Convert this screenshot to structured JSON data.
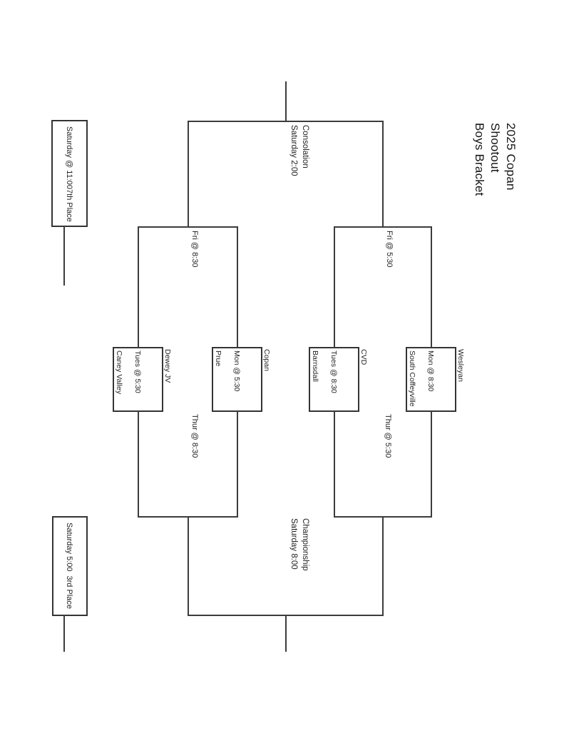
{
  "colors": {
    "paper": "#ffffff",
    "ink_text": "#1f1f1f",
    "ink_line": "#3c3c3c"
  },
  "title": {
    "lines": [
      "2025 Copan",
      "Shootout",
      "Boys Bracket"
    ]
  },
  "first_round": [
    {
      "team_top": "Wesleyan",
      "time": "Mon @ 8:30",
      "team_bottom": "South Coffeyville"
    },
    {
      "team_top": "CVD",
      "time": "Tues @ 8:30",
      "team_bottom": "Barnsdall"
    },
    {
      "team_top": "Copan",
      "time": "Mon @ 5:30",
      "team_bottom": "Prue"
    },
    {
      "team_top": "Dewey JV",
      "time": "Tues @ 5:30",
      "team_bottom": "Caney Valley"
    }
  ],
  "labels": {
    "consolation_semifinal_top": "Fri @ 5:30",
    "consolation_semifinal_bottom": "Fri @ 8:30",
    "championship_semifinal_top": "Thur @ 5:30",
    "championship_semifinal_bottom": "Thur @ 8:30",
    "consolation_final": {
      "name": "Consolation",
      "time": "Saturday 2:00"
    },
    "championship_final": {
      "name": "Championship",
      "time": "Saturday 8:00"
    },
    "seventh_place_game": {
      "time": "Saturday @ 11:00",
      "place": "7th Place"
    },
    "third_place_game": {
      "time": "Saturday 5:00",
      "place": "3rd Place"
    }
  }
}
